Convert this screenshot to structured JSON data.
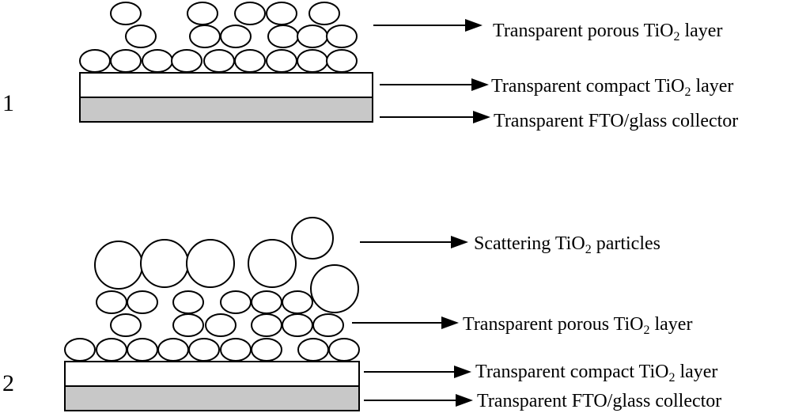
{
  "colors": {
    "ink": "#000000",
    "fto_layer": "#c8c8c8",
    "compact_layer": "#ffffff",
    "background": "#ffffff"
  },
  "diagram1": {
    "number": "1",
    "labels": {
      "porous": {
        "pre": "Transparent porous TiO",
        "sub": "2",
        "post": " layer"
      },
      "compact": {
        "pre": "Transparent compact TiO",
        "sub": "2",
        "post": " layer"
      },
      "fto": {
        "text": "Transparent FTO/glass collector"
      }
    }
  },
  "diagram2": {
    "number": "2",
    "labels": {
      "scattering": {
        "pre": "Scattering TiO",
        "sub": "2",
        "post": " particles"
      },
      "porous": {
        "pre": "Transparent porous TiO",
        "sub": "2",
        "post": " layer"
      },
      "compact": {
        "pre": "Transparent compact TiO",
        "sub": "2",
        "post": " layer"
      },
      "fto": {
        "text": "Transparent FTO/glass collector"
      }
    }
  }
}
